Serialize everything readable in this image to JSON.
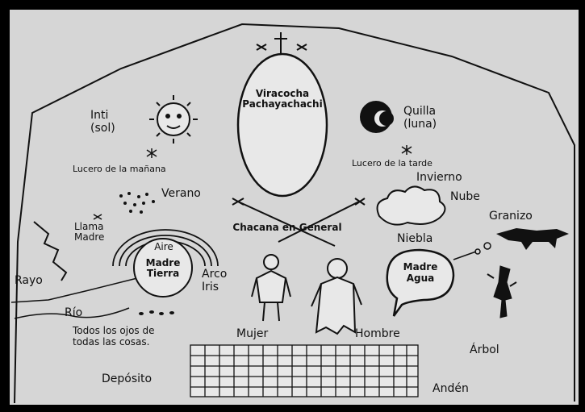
{
  "labels": {
    "viracocha_line1": "Viracocha",
    "viracocha_line2": "Pachayachachi",
    "inti_line1": "Inti",
    "inti_line2": "(sol)",
    "quilla_line1": "Quilla",
    "quilla_line2": "(luna)",
    "lucero_manana": "Lucero de la mañana",
    "lucero_tarde": "Lucero de la tarde",
    "invierno": "Invierno",
    "verano": "Verano",
    "nube": "Nube",
    "granizo": "Granizo",
    "llama_madre_line1": "Llama",
    "llama_madre_line2": "Madre",
    "chacana": "Chacana en General",
    "niebla": "Niebla",
    "aire": "Aire",
    "madre_tierra_line1": "Madre",
    "madre_tierra_line2": "Tierra",
    "arco_iris_line1": "Arco",
    "arco_iris_line2": "Iris",
    "madre_agua_line1": "Madre",
    "madre_agua_line2": "Agua",
    "rayo": "Rayo",
    "rio": "Río",
    "ojos_line1": "Todos los ojos de",
    "ojos_line2": "todas las cosas.",
    "mujer": "Mujer",
    "hombre": "Hombre",
    "arbol": "Árbol",
    "deposito": "Depósito",
    "anden": "Andén"
  },
  "colors": {
    "frame": "#000000",
    "wall": "#d6d6d6",
    "ink": "#111111"
  }
}
